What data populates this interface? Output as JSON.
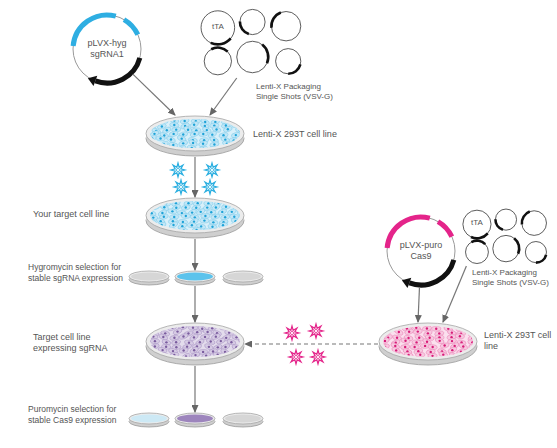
{
  "diagram": {
    "nodes": [
      {
        "text": [
          "pLVX-hyg sgRNA1"
        ]
      },
      {
        "text": [
          "tTA",
          "Lenti-X Packaging Single Shots (VSV-G)"
        ]
      },
      {
        "text": [
          "Lenti-X 293T cell line"
        ]
      },
      {
        "text": [
          "Your target cell line"
        ]
      },
      {
        "text": [
          "Hygromycin selection for stable sgRNA expression"
        ]
      },
      {
        "text": [
          "Target cell line expressing sgRNA"
        ]
      },
      {
        "text": [
          "Puromycin selection for stable Cas9 expression"
        ]
      },
      {
        "text": [
          "pLVX-puro Cas9"
        ]
      },
      {
        "text": [
          "tTA",
          "Lenti-X Packaging Single Shots (VSV-G)"
        ]
      },
      {
        "text": [
          "Lenti-X 293T cell line"
        ]
      }
    ],
    "edges": [
      {
        "from": 0,
        "to": 2,
        "arrow": "to"
      },
      {
        "from": 1,
        "to": 2,
        "arrow": "to"
      },
      {
        "from": 2,
        "to": 3,
        "arrow": "to"
      },
      {
        "from": 3,
        "to": 4,
        "arrow": "to"
      },
      {
        "from": 4,
        "to": 5,
        "arrow": "to"
      },
      {
        "from": 5,
        "to": 6,
        "arrow": "to"
      },
      {
        "from": 7,
        "to": 9,
        "arrow": "to"
      },
      {
        "from": 8,
        "to": 9,
        "arrow": "to"
      },
      {
        "from": 9,
        "to": 5,
        "arrow": "to"
      }
    ]
  }
}
